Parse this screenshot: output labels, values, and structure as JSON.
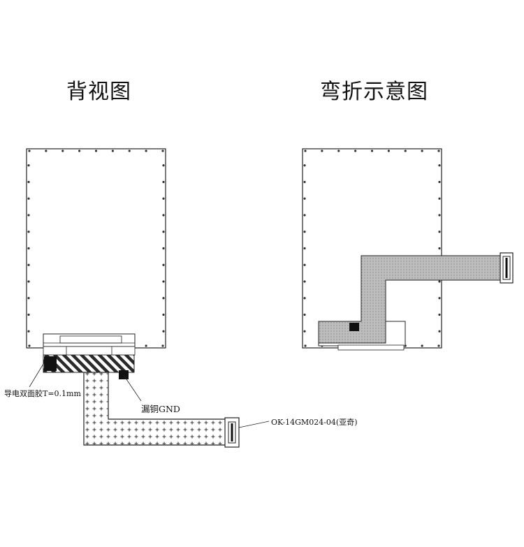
{
  "titles": {
    "back_view": "背视图",
    "bend_view": "弯折示意图"
  },
  "annotations": {
    "adhesive": "导电双面胶T=0.1mm",
    "copper": "漏铜GND",
    "connector": "OK-14GM024-04(亚奇)"
  },
  "colors": {
    "outline": "#222222",
    "fpc_fill": "#bfbfbf",
    "pad_black": "#111111",
    "background": "#ffffff"
  }
}
